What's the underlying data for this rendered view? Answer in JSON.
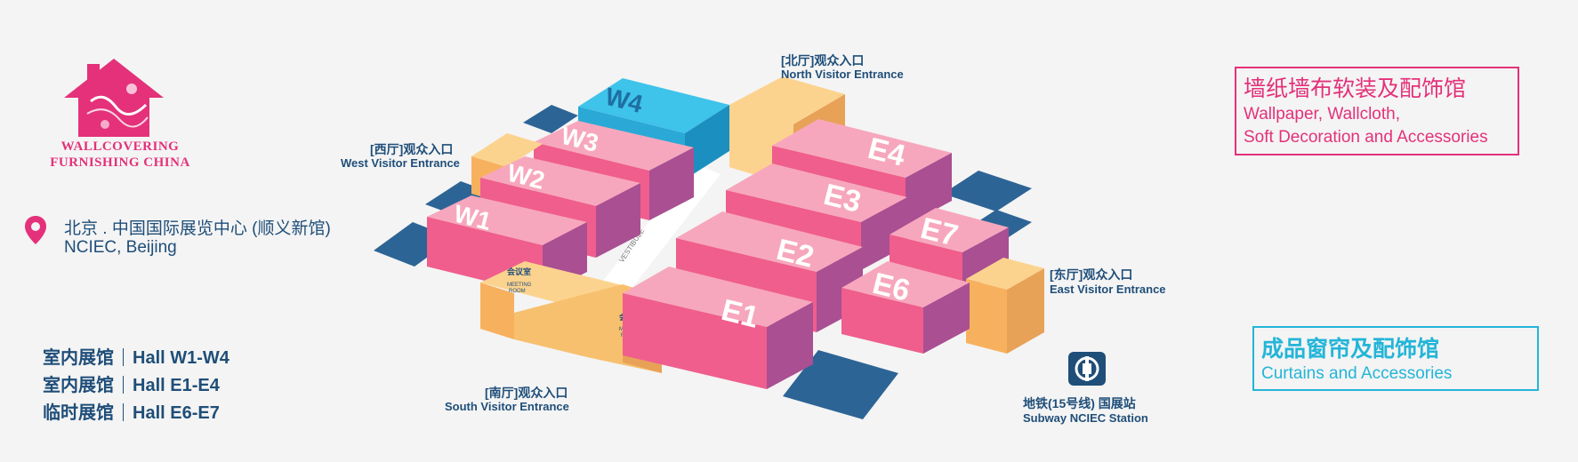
{
  "brand": {
    "line1": "WALLCOVERING",
    "line2": "FURNISHING CHINA"
  },
  "location": {
    "cn": "北京 . 中国国际展览中心 (顺义新馆)",
    "en": "NCIEC, Beijing"
  },
  "legend": [
    {
      "cn": "室内展馆",
      "en": "Hall W1-W4"
    },
    {
      "cn": "室内展馆",
      "en": "Hall E1-E4"
    },
    {
      "cn": "临时展馆",
      "en": "Hall E6-E7"
    }
  ],
  "entrances": {
    "north": {
      "cn": "[北厅]观众入口",
      "en": "North Visitor Entrance"
    },
    "west": {
      "cn": "[西厅]观众入口",
      "en": "West Visitor Entrance"
    },
    "east": {
      "cn": "[东厅]观众入口",
      "en": "East Visitor Entrance"
    },
    "south": {
      "cn": "[南厅]观众入口",
      "en": "South Visitor Entrance"
    }
  },
  "subway": {
    "cn": "地铁(15号线) 国展站",
    "en": "Subway NCIEC Station"
  },
  "halls": [
    "W1",
    "W2",
    "W3",
    "W4",
    "E1",
    "E2",
    "E3",
    "E4",
    "E6",
    "E7"
  ],
  "meeting_room": {
    "cn": "会议室",
    "en1": "MEETING",
    "en2": "ROOM"
  },
  "vestibule": "VESTIBULE",
  "category_pink": {
    "cn": "墙纸墙布软装及配饰馆",
    "en1": "Wallpaper, Wallcloth,",
    "en2": "Soft Decoration and Accessories",
    "color": "#e4317a"
  },
  "category_cyan": {
    "cn": "成品窗帘及配饰馆",
    "en": "Curtains and Accessories",
    "color": "#23b5d8"
  },
  "icons": {
    "logo": "house-logo-icon",
    "location": "map-pin-icon",
    "subway": "beijing-subway-icon"
  }
}
